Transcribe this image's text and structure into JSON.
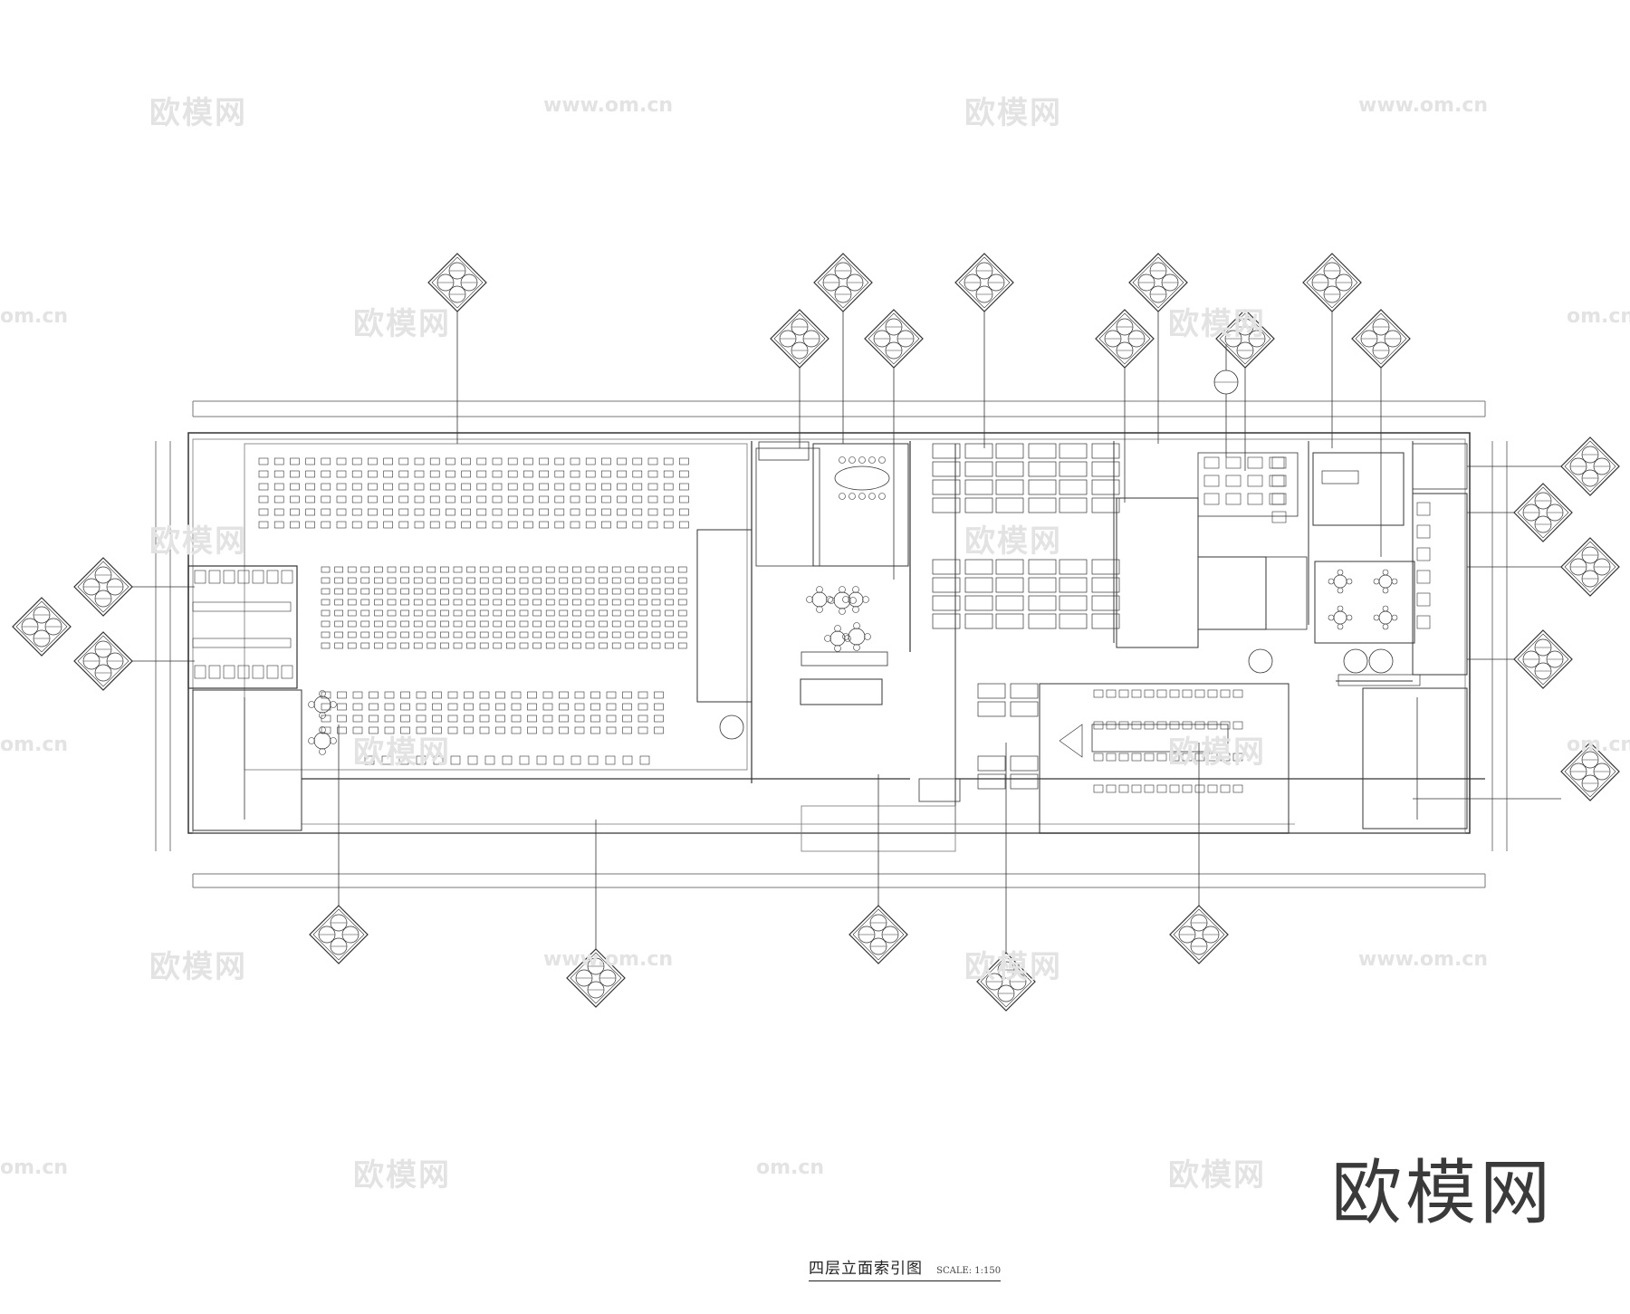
{
  "drawing": {
    "title": "四层立面索引图",
    "scale": "SCALE: 1:150"
  },
  "watermark": {
    "brand": "欧模网",
    "url": "www.om.cn",
    "url_short": "om.cn"
  },
  "colors": {
    "line": "#333333",
    "light_line": "#777777",
    "watermark": "#e3e3e3",
    "brand": "#3a3a3a"
  }
}
